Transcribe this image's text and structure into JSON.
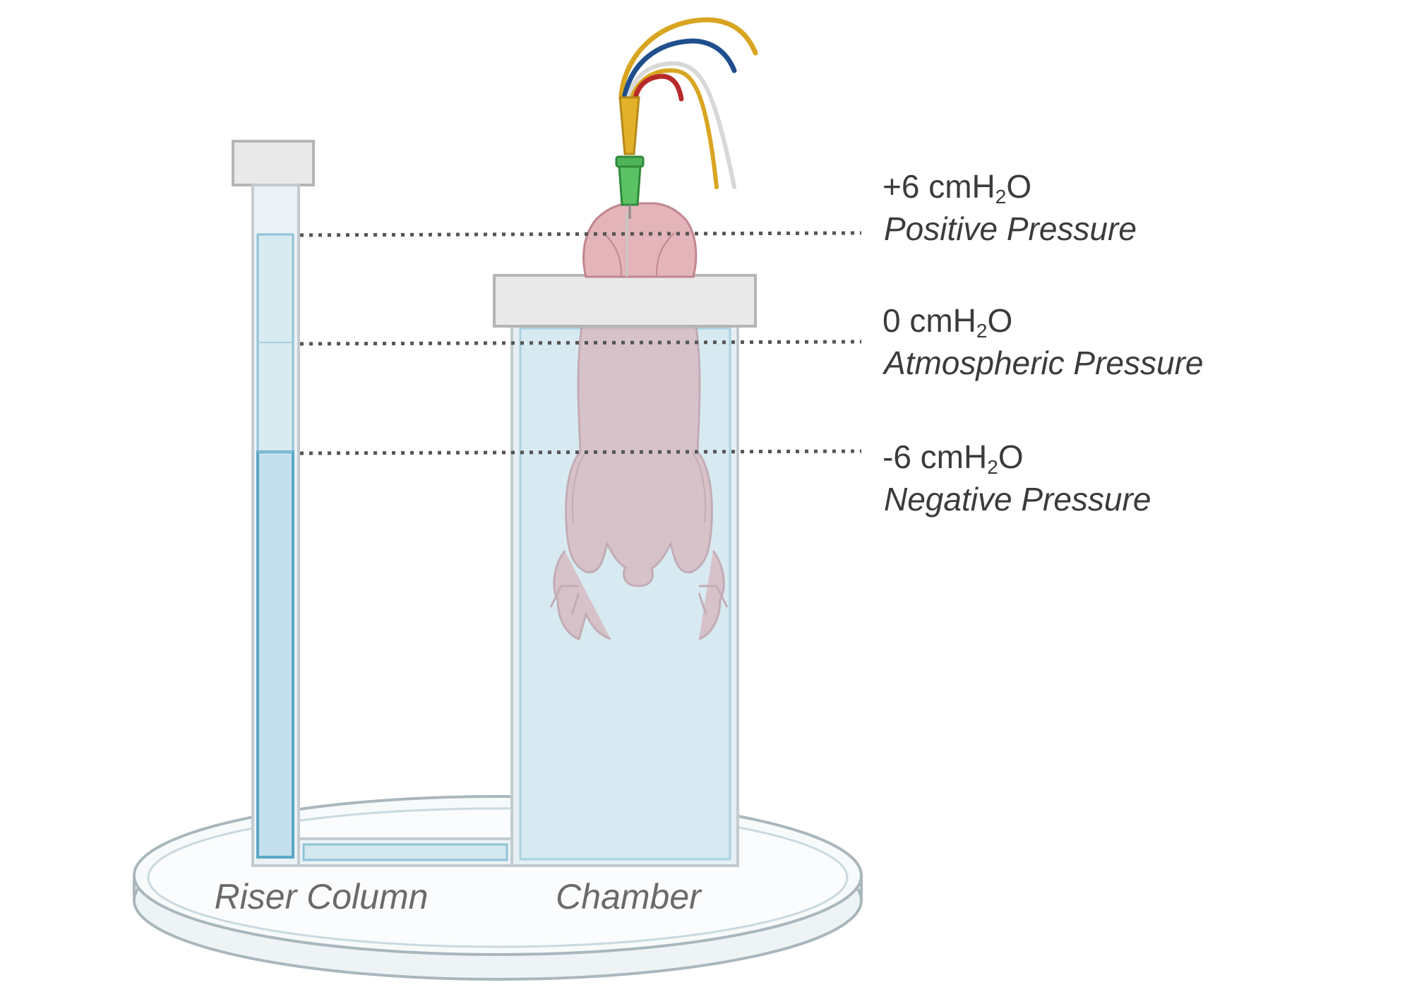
{
  "pressure_levels": [
    {
      "value_prefix": "+6 cmH",
      "subscript": "2",
      "value_suffix": "O",
      "name": "Positive Pressure"
    },
    {
      "value_prefix": "0 cmH",
      "subscript": "2",
      "value_suffix": "O",
      "name": "Atmospheric Pressure"
    },
    {
      "value_prefix": "-6 cmH",
      "subscript": "2",
      "value_suffix": "O",
      "name": "Negative Pressure"
    }
  ],
  "apparatus": {
    "riser_label": "Riser Column",
    "chamber_label": "Chamber"
  },
  "colors": {
    "water_fill": "#c9e3ee",
    "glass_outline": "#bfc8cc",
    "column_outline": "#5aa7c6",
    "dotted_line": "#555555",
    "wire_yellow": "#d9a520",
    "wire_blue": "#1f4e8c",
    "wire_red": "#b82a2a",
    "wire_white": "#d8d8d8",
    "needle_green": "#4fb35a",
    "mouse_pink": "#e3b4b9"
  }
}
